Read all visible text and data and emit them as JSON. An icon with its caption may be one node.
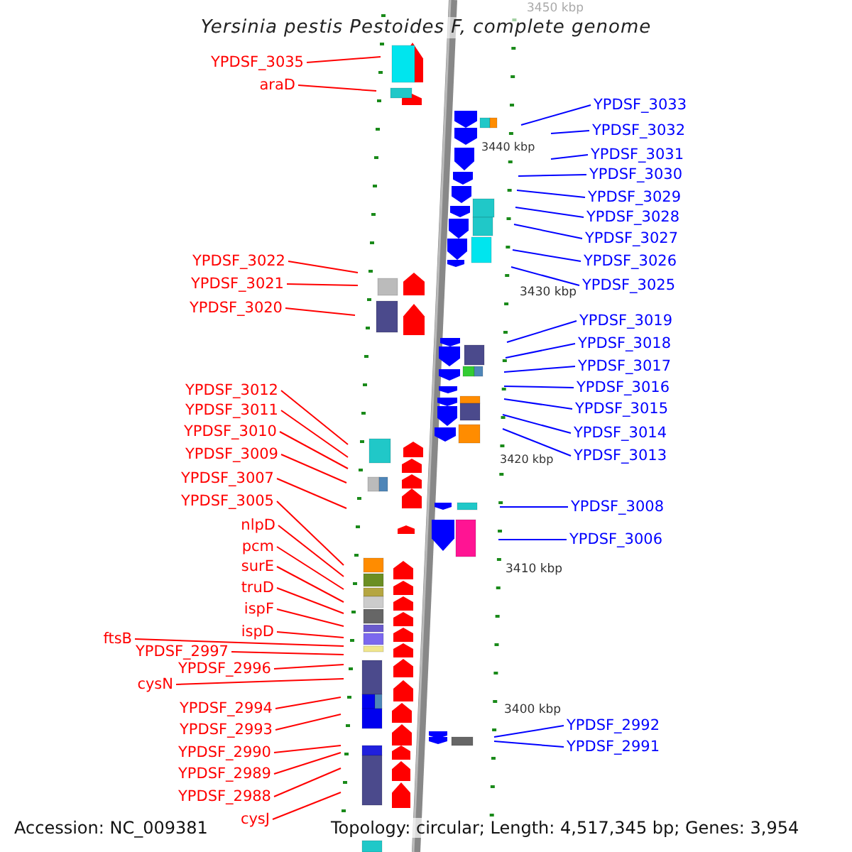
{
  "diagram": {
    "title": "Yersinia pestis Pestoides F, complete genome",
    "nodes": [
      {
        "text": [
          "YPDSF_3035"
        ]
      },
      {
        "text": [
          "araD"
        ]
      },
      {
        "text": [
          "YPDSF_3022"
        ]
      },
      {
        "text": [
          "YPDSF_3021"
        ]
      },
      {
        "text": [
          "YPDSF_3020"
        ]
      },
      {
        "text": [
          "YPDSF_3012"
        ]
      },
      {
        "text": [
          "YPDSF_3011"
        ]
      },
      {
        "text": [
          "YPDSF_3010"
        ]
      },
      {
        "text": [
          "YPDSF_3009"
        ]
      },
      {
        "text": [
          "YPDSF_3007"
        ]
      },
      {
        "text": [
          "YPDSF_3005"
        ]
      },
      {
        "text": [
          "nlpD"
        ]
      },
      {
        "text": [
          "pcm"
        ]
      },
      {
        "text": [
          "surE"
        ]
      },
      {
        "text": [
          "truD"
        ]
      },
      {
        "text": [
          "ispF"
        ]
      },
      {
        "text": [
          "ispD"
        ]
      },
      {
        "text": [
          "ftsB"
        ]
      },
      {
        "text": [
          "YPDSF_2997"
        ]
      },
      {
        "text": [
          "YPDSF_2996"
        ]
      },
      {
        "text": [
          "cysN"
        ]
      },
      {
        "text": [
          "YPDSF_2994"
        ]
      },
      {
        "text": [
          "YPDSF_2993"
        ]
      },
      {
        "text": [
          "YPDSF_2990"
        ]
      },
      {
        "text": [
          "YPDSF_2989"
        ]
      },
      {
        "text": [
          "YPDSF_2988"
        ]
      },
      {
        "text": [
          "cysJ"
        ]
      },
      {
        "text": [
          "YPDSF_3033"
        ]
      },
      {
        "text": [
          "YPDSF_3032"
        ]
      },
      {
        "text": [
          "YPDSF_3031"
        ]
      },
      {
        "text": [
          "YPDSF_3030"
        ]
      },
      {
        "text": [
          "YPDSF_3029"
        ]
      },
      {
        "text": [
          "YPDSF_3028"
        ]
      },
      {
        "text": [
          "YPDSF_3027"
        ]
      },
      {
        "text": [
          "YPDSF_3026"
        ]
      },
      {
        "text": [
          "YPDSF_3025"
        ]
      },
      {
        "text": [
          "YPDSF_3019"
        ]
      },
      {
        "text": [
          "YPDSF_3018"
        ]
      },
      {
        "text": [
          "YPDSF_3017"
        ]
      },
      {
        "text": [
          "YPDSF_3016"
        ]
      },
      {
        "text": [
          "YPDSF_3015"
        ]
      },
      {
        "text": [
          "YPDSF_3014"
        ]
      },
      {
        "text": [
          "YPDSF_3013"
        ]
      },
      {
        "text": [
          "YPDSF_3008"
        ]
      },
      {
        "text": [
          "YPDSF_3006"
        ]
      },
      {
        "text": [
          "YPDSF_2992"
        ]
      },
      {
        "text": [
          "YPDSF_2991"
        ]
      }
    ],
    "edges": [
      {
        "from": 0,
        "to": null,
        "arrow": "none"
      },
      {
        "from": 1,
        "to": null,
        "arrow": "none"
      },
      {
        "from": 2,
        "to": null,
        "arrow": "none"
      },
      {
        "from": 3,
        "to": null,
        "arrow": "none"
      },
      {
        "from": 4,
        "to": null,
        "arrow": "none"
      },
      {
        "from": 5,
        "to": null,
        "arrow": "none"
      },
      {
        "from": 6,
        "to": null,
        "arrow": "none"
      },
      {
        "from": 7,
        "to": null,
        "arrow": "none"
      },
      {
        "from": 8,
        "to": null,
        "arrow": "none"
      },
      {
        "from": 9,
        "to": null,
        "arrow": "none"
      },
      {
        "from": 10,
        "to": null,
        "arrow": "none"
      },
      {
        "from": 11,
        "to": null,
        "arrow": "none"
      },
      {
        "from": 12,
        "to": null,
        "arrow": "none"
      },
      {
        "from": 13,
        "to": null,
        "arrow": "none"
      },
      {
        "from": 14,
        "to": null,
        "arrow": "none"
      },
      {
        "from": 15,
        "to": null,
        "arrow": "none"
      },
      {
        "from": 16,
        "to": null,
        "arrow": "none"
      },
      {
        "from": 17,
        "to": null,
        "arrow": "none"
      },
      {
        "from": 18,
        "to": null,
        "arrow": "none"
      },
      {
        "from": 19,
        "to": null,
        "arrow": "none"
      },
      {
        "from": 20,
        "to": null,
        "arrow": "none"
      },
      {
        "from": 21,
        "to": null,
        "arrow": "none"
      },
      {
        "from": 22,
        "to": null,
        "arrow": "none"
      },
      {
        "from": 23,
        "to": null,
        "arrow": "none"
      },
      {
        "from": 24,
        "to": null,
        "arrow": "none"
      },
      {
        "from": 25,
        "to": null,
        "arrow": "none"
      },
      {
        "from": 26,
        "to": null,
        "arrow": "none"
      },
      {
        "from": 27,
        "to": null,
        "arrow": "none",
        "color": "#0000ff"
      },
      {
        "from": 28,
        "to": null,
        "arrow": "none",
        "color": "#0000ff"
      },
      {
        "from": 29,
        "to": null,
        "arrow": "none",
        "color": "#0000ff"
      },
      {
        "from": 30,
        "to": null,
        "arrow": "none",
        "color": "#0000ff"
      },
      {
        "from": 31,
        "to": null,
        "arrow": "none",
        "color": "#0000ff"
      },
      {
        "from": 32,
        "to": null,
        "arrow": "none",
        "color": "#0000ff"
      },
      {
        "from": 33,
        "to": null,
        "arrow": "none",
        "color": "#0000ff"
      },
      {
        "from": 34,
        "to": null,
        "arrow": "none",
        "color": "#0000ff"
      },
      {
        "from": 35,
        "to": null,
        "arrow": "none",
        "color": "#0000ff"
      },
      {
        "from": 36,
        "to": null,
        "arrow": "none",
        "color": "#0000ff"
      },
      {
        "from": 37,
        "to": null,
        "arrow": "none",
        "color": "#0000ff"
      },
      {
        "from": 38,
        "to": null,
        "arrow": "none",
        "color": "#0000ff"
      },
      {
        "from": 39,
        "to": null,
        "arrow": "none",
        "color": "#0000ff"
      },
      {
        "from": 40,
        "to": null,
        "arrow": "none",
        "color": "#0000ff"
      },
      {
        "from": 41,
        "to": null,
        "arrow": "none",
        "color": "#0000ff"
      },
      {
        "from": 42,
        "to": null,
        "arrow": "none",
        "color": "#0000ff"
      },
      {
        "from": 43,
        "to": null,
        "arrow": "none",
        "color": "#0000ff"
      },
      {
        "from": 44,
        "to": null,
        "arrow": "none",
        "color": "#0000ff"
      },
      {
        "from": 45,
        "to": null,
        "arrow": "none",
        "color": "#0000ff"
      },
      {
        "from": 46,
        "to": null,
        "arrow": "none",
        "color": "#0000ff"
      }
    ],
    "labels": [
      "3450 kbp",
      "3440 kbp",
      "3430 kbp",
      "3420 kbp",
      "3410 kbp",
      "3400 kbp",
      "Accession: NC_009381",
      "Topology: circular; Length: 4,517,345 bp; Genes: 3,954"
    ]
  }
}
